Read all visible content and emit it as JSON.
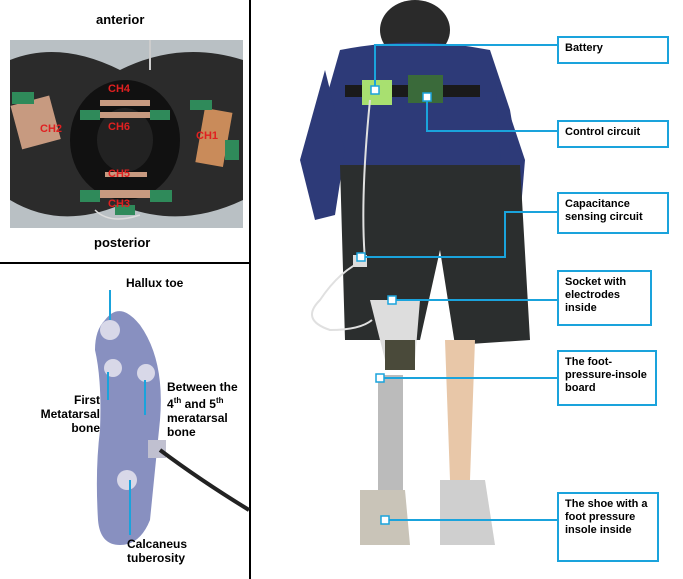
{
  "top_left": {
    "anterior": "anterior",
    "posterior": "posterior",
    "channels": [
      "CH4",
      "CH6",
      "CH2",
      "CH1",
      "CH5",
      "CH3"
    ]
  },
  "bottom_left": {
    "hallux": "Hallux toe",
    "first_met": "First Metatarsal bone",
    "between_1": "Between the",
    "between_2a": "4",
    "between_sup1": "th",
    "between_2b": " and 5",
    "between_sup2": "th",
    "between_3": "meratarsal bone",
    "calcaneus": "Calcaneus tuberosity"
  },
  "callouts": {
    "battery": "Battery",
    "control": "Control circuit",
    "capacitance": "Capacitance sensing circuit",
    "socket": "Socket with electrodes inside",
    "insole_board": "The foot-pressure-insole board",
    "shoe": "The shoe with a foot pressure insole inside"
  },
  "colors": {
    "callout_border": "#1aa3dc",
    "channel_text": "#e02020"
  }
}
